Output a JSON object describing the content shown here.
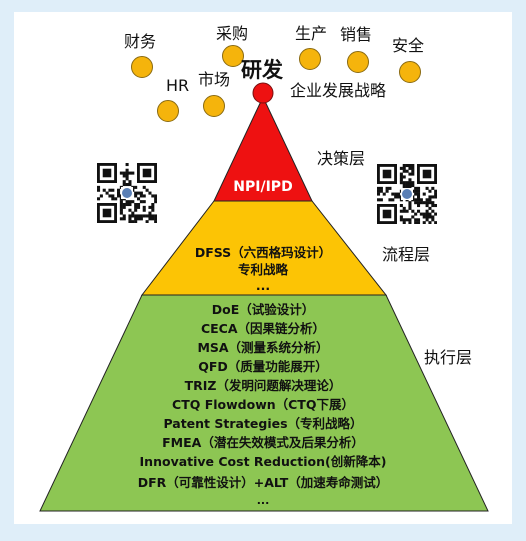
{
  "top_labels": {
    "finance": "财务",
    "procurement": "采购",
    "production": "生产",
    "sales": "销售",
    "safety": "安全",
    "hr": "HR",
    "market": "市场",
    "rnd": "研发",
    "strategy": "企业发展战略"
  },
  "layers": {
    "decision": "决策层",
    "process": "流程层",
    "execution": "执行层"
  },
  "top_tier": {
    "text": "NPI/IPD",
    "color": "#ee1111"
  },
  "middle_tier": {
    "lines": [
      "DFSS（六西格玛设计）",
      "专利战略",
      "..."
    ],
    "color": "#fcc405"
  },
  "bottom_tier": {
    "lines": [
      "DoE（试验设计）",
      "CECA（因果链分析）",
      "MSA（测量系统分析）",
      "QFD（质量功能展开）",
      "TRIZ（发明问题解决理论）",
      "CTQ Flowdown（CTQ下展）",
      "Patent Strategies（专利战略）",
      "FMEA（潜在失效模式及后果分析）",
      "Innovative Cost Reduction(创新降本)",
      "DFR（可靠性设计）+ALT（加速寿命测试）",
      "..."
    ],
    "color": "#8dc653"
  },
  "colors": {
    "dot": "#f5b40c",
    "apex": "#ee1111",
    "background": "#dfeef9"
  }
}
